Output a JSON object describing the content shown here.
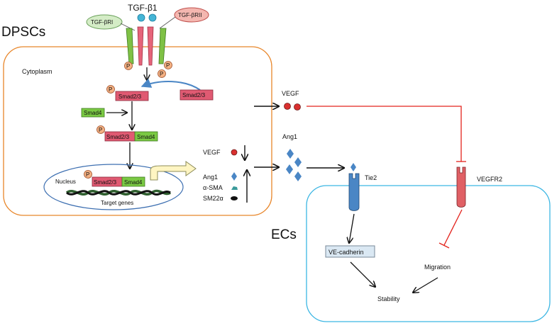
{
  "ligand": {
    "name": "TGF-β1"
  },
  "receptors": {
    "r1": "TGF-βRI",
    "r2": "TGF-βRII"
  },
  "cells": {
    "source": "DPSCs",
    "target": "ECs",
    "cytoplasm": "Cytoplasm",
    "nucleus": "Nucleus",
    "target_genes": "Target genes"
  },
  "signaling": {
    "phospho": "P",
    "smad23": "Smad2/3",
    "smad4": "Smad4"
  },
  "expression": {
    "items": [
      "VEGF",
      "Ang1",
      "α-SMA",
      "SM22α"
    ],
    "vegf_direction": "down",
    "others_direction": "up"
  },
  "secreted": {
    "vegf": "VEGF",
    "ang1": "Ang1"
  },
  "ec": {
    "tie2": "Tie2",
    "vegfr2": "VEGFR2",
    "ve_cadherin": "VE-cadherin",
    "migration": "Migration",
    "stability": "Stability"
  },
  "colors": {
    "cell_border": "#e8862a",
    "ec_border": "#3cb6e3",
    "smad23": "#e05a72",
    "smad4": "#7ac943",
    "phospho": "#f4b183",
    "vegf": "#d9302f",
    "ang1": "#4a86c5",
    "inhibit": "#e3231c"
  }
}
